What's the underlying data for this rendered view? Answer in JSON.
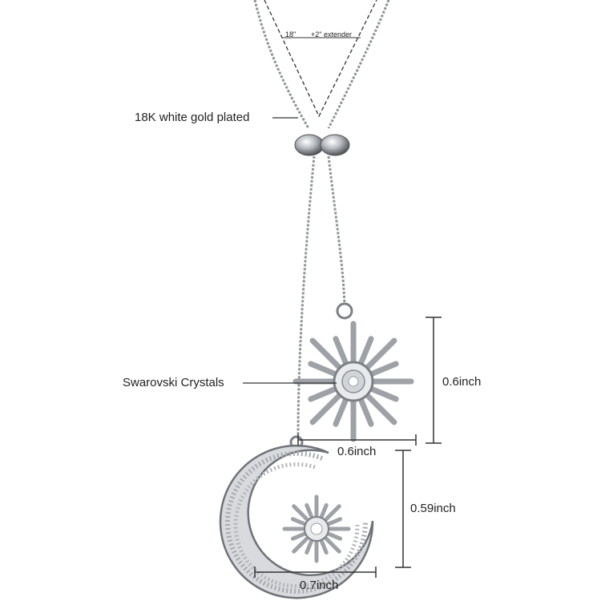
{
  "product": {
    "labels": {
      "plating": "18K white gold plated",
      "crystals": "Swarovski Crystals",
      "chain_length": "18\"",
      "extender": "+2\" extender"
    },
    "dimensions": {
      "sun_height": "0.6inch",
      "sun_width": "0.6inch",
      "moon_height": "0.59inch",
      "moon_width": "0.7inch"
    },
    "colors": {
      "metal": "#c9ccd0",
      "metal_dark": "#6f7378",
      "crystal": "#e8eaec",
      "text": "#222222",
      "line": "#333333",
      "background": "#ffffff"
    },
    "icons": [
      "sun-pendant-icon",
      "crescent-moon-pendant-icon",
      "small-sun-icon",
      "slider-bead-icon"
    ]
  }
}
